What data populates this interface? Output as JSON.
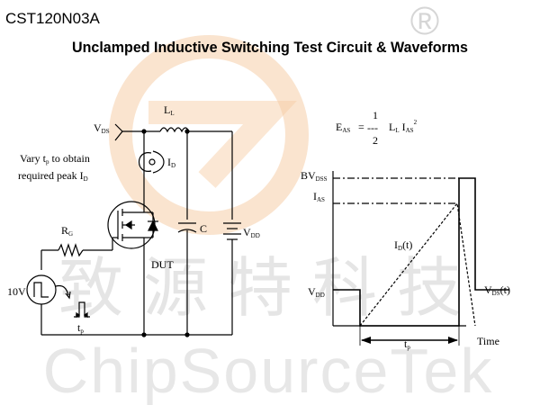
{
  "header": {
    "part_number": "CST120N03A",
    "title": "Unclamped Inductive Switching Test Circuit  &  Waveforms"
  },
  "watermark": {
    "registered_mark": "®",
    "cjk_text": "致源特科技",
    "latin_text": "ChipSourceTek",
    "logo_color": "#f5c48a",
    "text_color": "#c8c8c8"
  },
  "circuit": {
    "vds": {
      "main": "V",
      "sub": "DS"
    },
    "inductor": {
      "main": "L",
      "sub": "L"
    },
    "current_probe": {
      "main": "I",
      "sub": "D"
    },
    "note": {
      "line1_a": "Vary t",
      "line1_sub": "p",
      "line1_b": " to obtain",
      "line2_a": "required peak I",
      "line2_sub": "D"
    },
    "gate_resistor": {
      "main": "R",
      "sub": "G"
    },
    "capacitor": "C",
    "vdd": {
      "main": "V",
      "sub": "DD"
    },
    "dut": "DUT",
    "source": "10V",
    "pulse": {
      "main": "t",
      "sub": "p"
    }
  },
  "formula": {
    "lhs_main": "E",
    "lhs_sub": "AS",
    "equals": "=",
    "numerator": "1",
    "dashes": "---",
    "denominator": "2",
    "term_main": "L",
    "term_sub": "L",
    "term2_main": "I",
    "term2_sub": "AS",
    "exponent": "2"
  },
  "waveform": {
    "bvdss": {
      "main": "BV",
      "sub": "DSS"
    },
    "ias": {
      "main": "I",
      "sub": "AS"
    },
    "id_curve": {
      "main": "I",
      "sub": "D",
      "suffix": "(t)"
    },
    "vdd": {
      "main": "V",
      "sub": "DD"
    },
    "vds_curve": {
      "main": "V",
      "sub": "DS",
      "suffix": "(t)"
    },
    "tp": {
      "main": "t",
      "sub": "p"
    },
    "time": "Time"
  }
}
